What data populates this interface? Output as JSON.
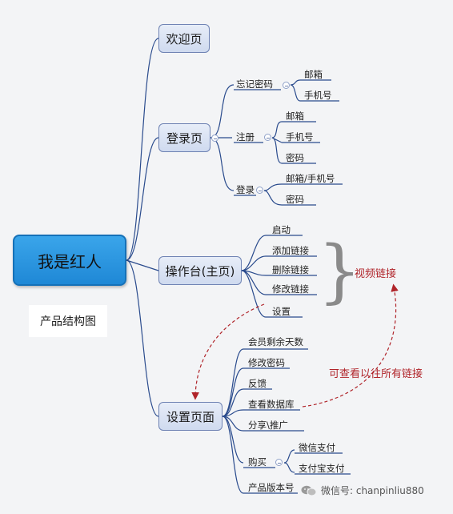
{
  "root": "我是红人",
  "caption": "产品结构图",
  "main_nodes": {
    "welcome": "欢迎页",
    "login": "登录页",
    "console": "操作台(主页)",
    "settings": "设置页面"
  },
  "login_page": {
    "forgot": {
      "label": "忘记密码",
      "items": [
        "邮箱",
        "手机号"
      ]
    },
    "register": {
      "label": "注册",
      "items": [
        "邮箱",
        "手机号",
        "密码"
      ]
    },
    "login": {
      "label": "登录",
      "items": [
        "邮箱/手机号",
        "密码"
      ]
    }
  },
  "console_items": [
    "启动",
    "添加链接",
    "删除链接",
    "修改链接",
    "设置"
  ],
  "settings_items": [
    "会员剩余天数",
    "修改密码",
    "反馈",
    "查看数据库",
    "分享\\推广",
    "购买",
    "产品版本号"
  ],
  "purchase_items": [
    "微信支付",
    "支付宝支付"
  ],
  "annotations": {
    "video_links": "视频链接",
    "view_all_links": "可查看以往所有链接"
  },
  "watermark": "微信号: chanpinliu880",
  "colors": {
    "line": "#2a4b8d",
    "node_fill": "#dbe4f4",
    "root_fill": "#2b97e0",
    "annotation": "#b0242a"
  }
}
